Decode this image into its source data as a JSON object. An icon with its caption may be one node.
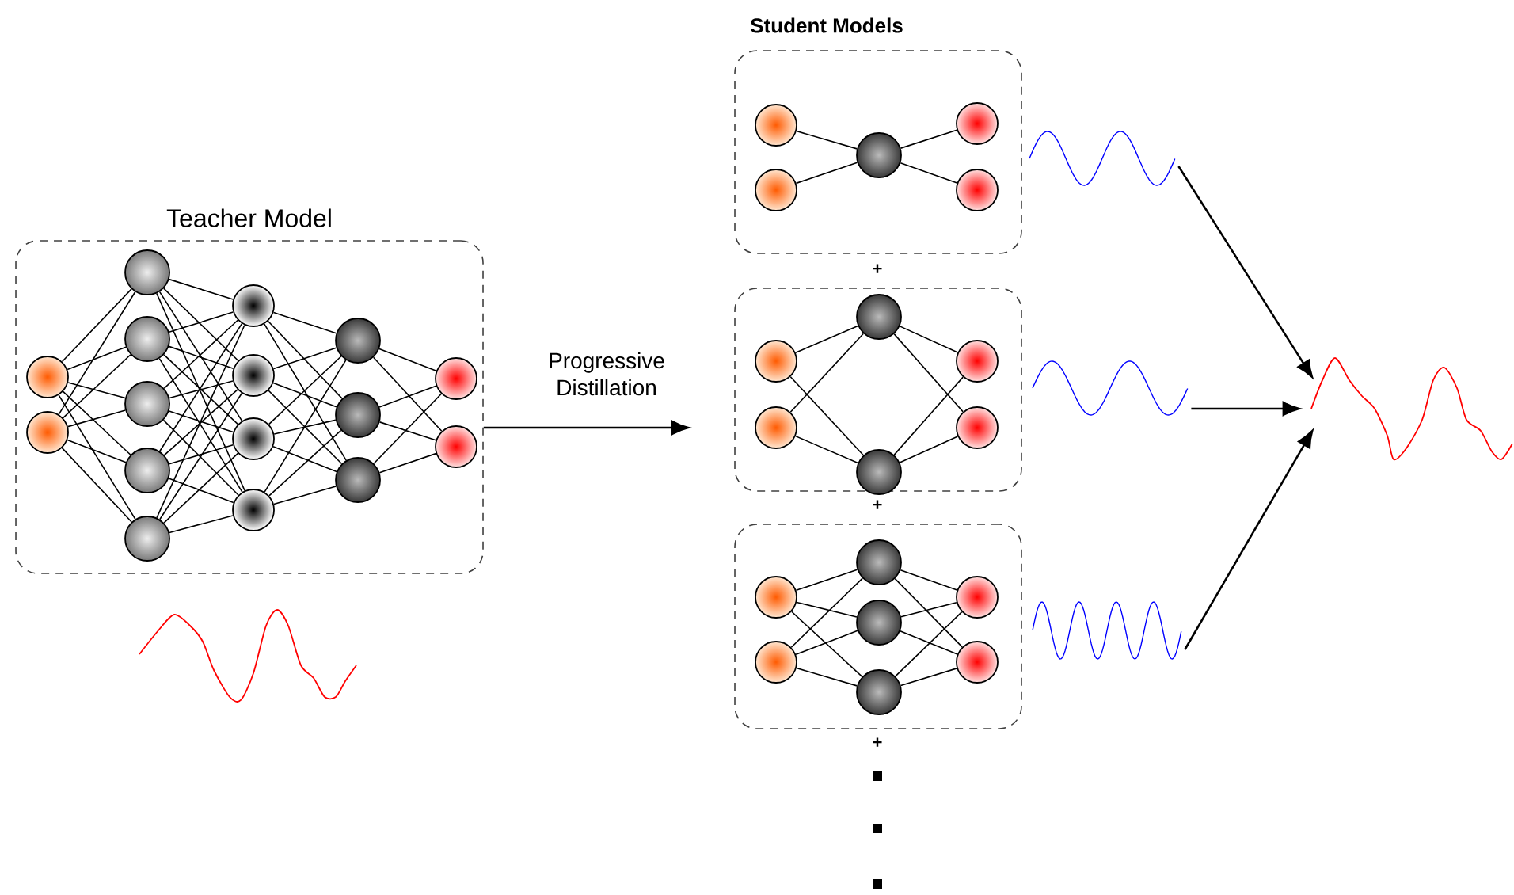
{
  "diagram": {
    "nodes": [
      {
        "text": [
          "Teacher Model"
        ]
      },
      {
        "text": [],
        "shape": "circle",
        "in": 0
      },
      {
        "text": [],
        "shape": "circle",
        "in": 0
      },
      {
        "text": [],
        "shape": "circle",
        "in": 0
      },
      {
        "text": [],
        "shape": "circle",
        "in": 0
      },
      {
        "text": [],
        "shape": "circle",
        "in": 0
      },
      {
        "text": [],
        "shape": "circle",
        "in": 0
      },
      {
        "text": [],
        "shape": "circle",
        "in": 0
      },
      {
        "text": [],
        "shape": "circle",
        "in": 0
      },
      {
        "text": [],
        "shape": "circle",
        "in": 0
      },
      {
        "text": [],
        "shape": "circle",
        "in": 0
      },
      {
        "text": [],
        "shape": "circle",
        "in": 0
      },
      {
        "text": [],
        "shape": "circle",
        "in": 0
      },
      {
        "text": [],
        "shape": "circle",
        "in": 0
      },
      {
        "text": [],
        "shape": "circle",
        "in": 0
      },
      {
        "text": [],
        "shape": "circle",
        "in": 0
      },
      {
        "text": [],
        "shape": "circle",
        "in": 0
      },
      {
        "text": [],
        "shape": "box"
      },
      {
        "text": [],
        "shape": "circle",
        "in": 17
      },
      {
        "text": [],
        "shape": "circle",
        "in": 17
      },
      {
        "text": [],
        "shape": "circle",
        "in": 17
      },
      {
        "text": [],
        "shape": "circle",
        "in": 17
      },
      {
        "text": [],
        "shape": "circle",
        "in": 17
      },
      {
        "text": [],
        "shape": "box"
      },
      {
        "text": [],
        "shape": "circle",
        "in": 23
      },
      {
        "text": [],
        "shape": "circle",
        "in": 23
      },
      {
        "text": [],
        "shape": "circle",
        "in": 23
      },
      {
        "text": [],
        "shape": "circle",
        "in": 23
      },
      {
        "text": [],
        "shape": "circle",
        "in": 23
      },
      {
        "text": [],
        "shape": "circle",
        "in": 23
      },
      {
        "text": [],
        "shape": "box"
      },
      {
        "text": [],
        "shape": "circle",
        "in": 30
      },
      {
        "text": [],
        "shape": "circle",
        "in": 30
      },
      {
        "text": [],
        "shape": "circle",
        "in": 30
      },
      {
        "text": [],
        "shape": "circle",
        "in": 30
      },
      {
        "text": [],
        "shape": "circle",
        "in": 30
      },
      {
        "text": [],
        "shape": "circle",
        "in": 30
      },
      {
        "text": [],
        "shape": "circle",
        "in": 30
      },
      {
        "text": [],
        "shape": "wave"
      },
      {
        "text": [],
        "shape": "wave"
      },
      {
        "text": [],
        "shape": "wave"
      },
      {
        "text": [],
        "shape": "wave"
      }
    ],
    "edges": [
      {
        "from": 0,
        "to": null,
        "arrow": "to",
        "label": "Progressive Distillation"
      },
      {
        "from": 1,
        "to": 3,
        "arrow": "none"
      },
      {
        "from": 1,
        "to": 4,
        "arrow": "none"
      },
      {
        "from": 1,
        "to": 5,
        "arrow": "none"
      },
      {
        "from": 1,
        "to": 6,
        "arrow": "none"
      },
      {
        "from": 1,
        "to": 7,
        "arrow": "none"
      },
      {
        "from": 2,
        "to": 3,
        "arrow": "none"
      },
      {
        "from": 2,
        "to": 4,
        "arrow": "none"
      },
      {
        "from": 2,
        "to": 5,
        "arrow": "none"
      },
      {
        "from": 2,
        "to": 6,
        "arrow": "none"
      },
      {
        "from": 2,
        "to": 7,
        "arrow": "none"
      },
      {
        "from": 3,
        "to": 8,
        "arrow": "none"
      },
      {
        "from": 3,
        "to": 9,
        "arrow": "none"
      },
      {
        "from": 3,
        "to": 10,
        "arrow": "none"
      },
      {
        "from": 3,
        "to": 11,
        "arrow": "none"
      },
      {
        "from": 4,
        "to": 8,
        "arrow": "none"
      },
      {
        "from": 4,
        "to": 9,
        "arrow": "none"
      },
      {
        "from": 4,
        "to": 10,
        "arrow": "none"
      },
      {
        "from": 4,
        "to": 11,
        "arrow": "none"
      },
      {
        "from": 5,
        "to": 8,
        "arrow": "none"
      },
      {
        "from": 5,
        "to": 9,
        "arrow": "none"
      },
      {
        "from": 5,
        "to": 10,
        "arrow": "none"
      },
      {
        "from": 5,
        "to": 11,
        "arrow": "none"
      },
      {
        "from": 6,
        "to": 8,
        "arrow": "none"
      },
      {
        "from": 6,
        "to": 9,
        "arrow": "none"
      },
      {
        "from": 6,
        "to": 10,
        "arrow": "none"
      },
      {
        "from": 6,
        "to": 11,
        "arrow": "none"
      },
      {
        "from": 7,
        "to": 8,
        "arrow": "none"
      },
      {
        "from": 7,
        "to": 9,
        "arrow": "none"
      },
      {
        "from": 7,
        "to": 10,
        "arrow": "none"
      },
      {
        "from": 7,
        "to": 11,
        "arrow": "none"
      },
      {
        "from": 8,
        "to": 12,
        "arrow": "none"
      },
      {
        "from": 8,
        "to": 13,
        "arrow": "none"
      },
      {
        "from": 8,
        "to": 14,
        "arrow": "none"
      },
      {
        "from": 9,
        "to": 12,
        "arrow": "none"
      },
      {
        "from": 9,
        "to": 13,
        "arrow": "none"
      },
      {
        "from": 9,
        "to": 14,
        "arrow": "none"
      },
      {
        "from": 10,
        "to": 12,
        "arrow": "none"
      },
      {
        "from": 10,
        "to": 13,
        "arrow": "none"
      },
      {
        "from": 10,
        "to": 14,
        "arrow": "none"
      },
      {
        "from": 11,
        "to": 12,
        "arrow": "none"
      },
      {
        "from": 11,
        "to": 13,
        "arrow": "none"
      },
      {
        "from": 11,
        "to": 14,
        "arrow": "none"
      },
      {
        "from": 12,
        "to": 15,
        "arrow": "none"
      },
      {
        "from": 12,
        "to": 16,
        "arrow": "none"
      },
      {
        "from": 13,
        "to": 15,
        "arrow": "none"
      },
      {
        "from": 13,
        "to": 16,
        "arrow": "none"
      },
      {
        "from": 14,
        "to": 15,
        "arrow": "none"
      },
      {
        "from": 14,
        "to": 16,
        "arrow": "none"
      },
      {
        "from": 18,
        "to": 20,
        "arrow": "none"
      },
      {
        "from": 19,
        "to": 20,
        "arrow": "none"
      },
      {
        "from": 20,
        "to": 21,
        "arrow": "none"
      },
      {
        "from": 20,
        "to": 22,
        "arrow": "none"
      },
      {
        "from": 24,
        "to": 26,
        "arrow": "none"
      },
      {
        "from": 24,
        "to": 27,
        "arrow": "none"
      },
      {
        "from": 25,
        "to": 26,
        "arrow": "none"
      },
      {
        "from": 25,
        "to": 27,
        "arrow": "none"
      },
      {
        "from": 26,
        "to": 28,
        "arrow": "none"
      },
      {
        "from": 26,
        "to": 29,
        "arrow": "none"
      },
      {
        "from": 27,
        "to": 28,
        "arrow": "none"
      },
      {
        "from": 27,
        "to": 29,
        "arrow": "none"
      },
      {
        "from": 31,
        "to": 33,
        "arrow": "none"
      },
      {
        "from": 31,
        "to": 34,
        "arrow": "none"
      },
      {
        "from": 31,
        "to": 35,
        "arrow": "none"
      },
      {
        "from": 32,
        "to": 33,
        "arrow": "none"
      },
      {
        "from": 32,
        "to": 34,
        "arrow": "none"
      },
      {
        "from": 32,
        "to": 35,
        "arrow": "none"
      },
      {
        "from": 33,
        "to": 36,
        "arrow": "none"
      },
      {
        "from": 33,
        "to": 37,
        "arrow": "none"
      },
      {
        "from": 34,
        "to": 36,
        "arrow": "none"
      },
      {
        "from": 34,
        "to": 37,
        "arrow": "none"
      },
      {
        "from": 35,
        "to": 36,
        "arrow": "none"
      },
      {
        "from": 35,
        "to": 37,
        "arrow": "none"
      },
      {
        "from": 38,
        "to": 41,
        "arrow": "to"
      },
      {
        "from": 39,
        "to": 41,
        "arrow": "to"
      },
      {
        "from": 40,
        "to": 41,
        "arrow": "to"
      }
    ],
    "labels": [
      "Student Models",
      "+",
      "+",
      "+"
    ]
  }
}
